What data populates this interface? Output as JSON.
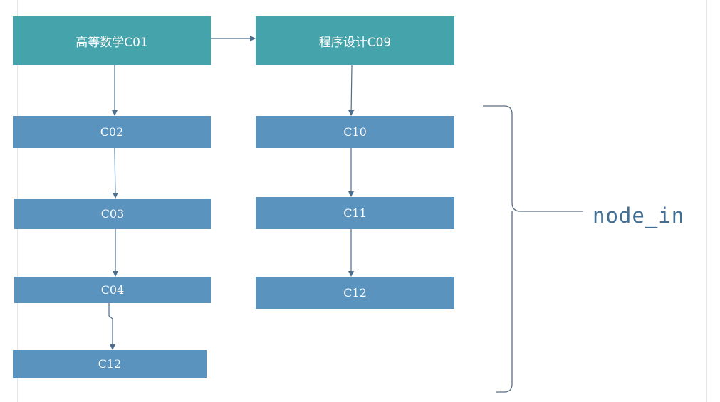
{
  "nodes": {
    "c01": "高等数学C01",
    "c02": "C02",
    "c03": "C03",
    "c04": "C04",
    "c12_left": "C12",
    "c09": "程序设计C09",
    "c10": "C10",
    "c11": "C11",
    "c12_right": "C12"
  },
  "annotation": "node_in",
  "colors": {
    "header_box": "#45a3ab",
    "course_box": "#5b93bf",
    "arrow": "#4a6f8f",
    "brace": "#5a6e82",
    "annotation_text": "#3f6f96"
  }
}
